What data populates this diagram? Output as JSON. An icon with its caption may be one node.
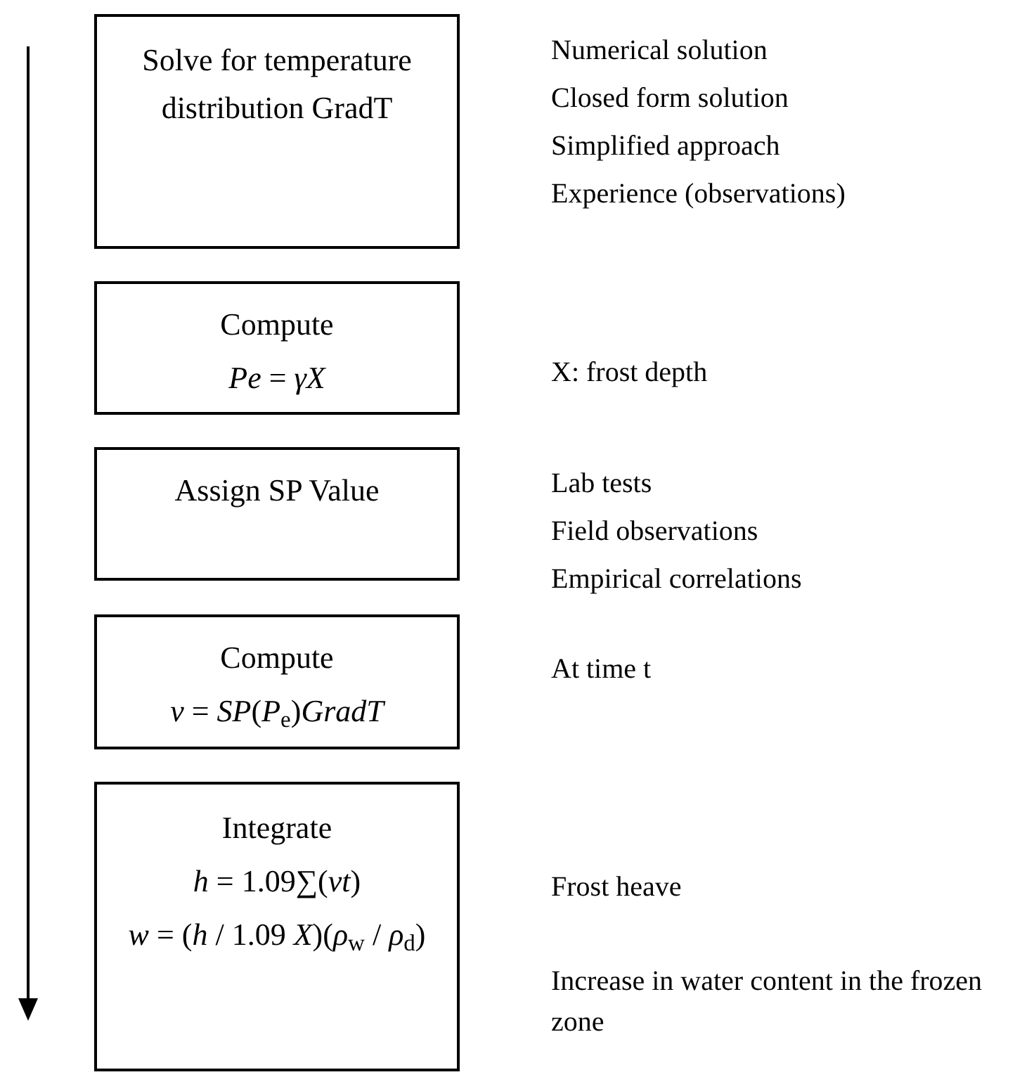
{
  "diagram": {
    "nodes": [
      {
        "text": [
          "Solve for temperature distribution GradT"
        ],
        "beside": [
          "Numerical solution",
          "Closed form solution",
          "Simplified approach",
          "Experience (observations)"
        ]
      },
      {
        "text": [
          "Compute",
          "*Pe* = *γX*"
        ],
        "beside": [
          "X: frost depth"
        ]
      },
      {
        "text": [
          "Assign SP Value"
        ],
        "beside": [
          "Lab tests",
          "Field observations",
          "Empirical correlations"
        ]
      },
      {
        "text": [
          "Compute",
          "*v* = *SP*(*P*$_{e}$)*GradT*"
        ],
        "beside": [
          "At time t"
        ]
      },
      {
        "text": [
          "Integrate",
          "*h* = 1.09∑(*vt*)",
          "*w* = (*h* / 1.09 *X*)(*ρ*$_{w}$ / *ρ*$_{d}$)"
        ],
        "beside": [
          "Frost heave",
          "Increase in water content in the frozen zone"
        ]
      }
    ]
  }
}
